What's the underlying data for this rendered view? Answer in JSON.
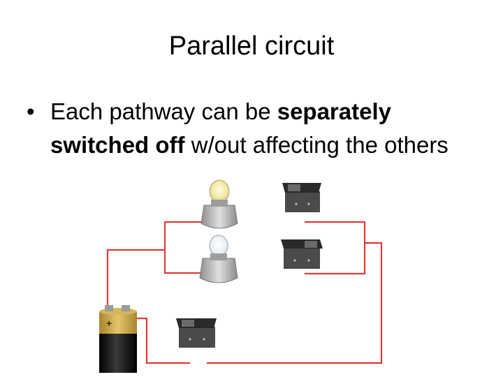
{
  "slide": {
    "title": "Parallel circuit",
    "bullet": {
      "marker": "•",
      "text_1": "Each pathway can be ",
      "bold_1": "separately switched off",
      "text_2": " w/out affecting the others"
    }
  },
  "diagram": {
    "battery_label": "+",
    "components": {
      "bulbs": 2,
      "switches": 3,
      "batteries": 1
    },
    "colors": {
      "wire": "#e03a3a",
      "switch_body": "#4a4a4a",
      "battery_top": "#caa34a",
      "battery_bottom": "#1c1c1c"
    }
  }
}
